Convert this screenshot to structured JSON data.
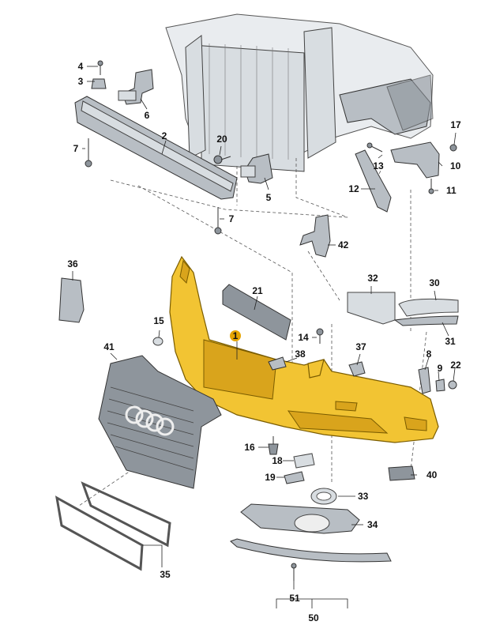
{
  "diagram": {
    "callouts": [
      {
        "id": "c1",
        "text": "1"
      },
      {
        "id": "c2",
        "text": "2"
      },
      {
        "id": "c3",
        "text": "3"
      },
      {
        "id": "c4",
        "text": "4"
      },
      {
        "id": "c5",
        "text": "5"
      },
      {
        "id": "c6",
        "text": "6"
      },
      {
        "id": "c7a",
        "text": "7"
      },
      {
        "id": "c7b",
        "text": "7"
      },
      {
        "id": "c8",
        "text": "8"
      },
      {
        "id": "c9",
        "text": "9"
      },
      {
        "id": "c10",
        "text": "10"
      },
      {
        "id": "c11",
        "text": "11"
      },
      {
        "id": "c12",
        "text": "12"
      },
      {
        "id": "c13",
        "text": "13"
      },
      {
        "id": "c14",
        "text": "14"
      },
      {
        "id": "c15",
        "text": "15"
      },
      {
        "id": "c16",
        "text": "16"
      },
      {
        "id": "c17",
        "text": "17"
      },
      {
        "id": "c18",
        "text": "18"
      },
      {
        "id": "c19",
        "text": "19"
      },
      {
        "id": "c20",
        "text": "20"
      },
      {
        "id": "c21",
        "text": "21"
      },
      {
        "id": "c22",
        "text": "22"
      },
      {
        "id": "c30",
        "text": "30"
      },
      {
        "id": "c31",
        "text": "31"
      },
      {
        "id": "c32",
        "text": "32"
      },
      {
        "id": "c33",
        "text": "33"
      },
      {
        "id": "c34",
        "text": "34"
      },
      {
        "id": "c35",
        "text": "35"
      },
      {
        "id": "c36",
        "text": "36"
      },
      {
        "id": "c37",
        "text": "37"
      },
      {
        "id": "c38",
        "text": "38"
      },
      {
        "id": "c40",
        "text": "40"
      },
      {
        "id": "c41",
        "text": "41"
      },
      {
        "id": "c42",
        "text": "42"
      },
      {
        "id": "c50",
        "text": "50"
      },
      {
        "id": "c51",
        "text": "51"
      }
    ],
    "colors": {
      "bumper": "#f2c433",
      "highlight_badge": "#e6a400",
      "parts": "#b8bec4",
      "line": "#222222"
    }
  }
}
